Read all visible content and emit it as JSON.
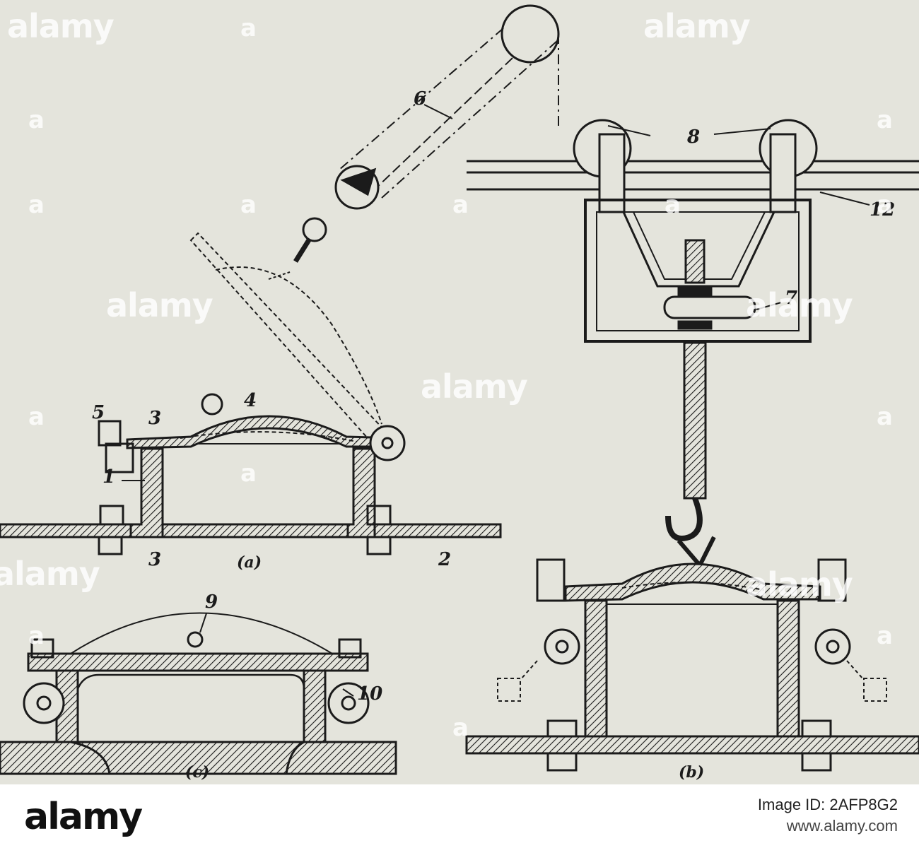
{
  "figure": {
    "panel_captions": {
      "a": "(a)",
      "b": "(b)",
      "c": "(c)"
    },
    "part_labels": [
      "1",
      "2",
      "3",
      "3",
      "4",
      "5",
      "6",
      "7",
      "8",
      "9",
      "10",
      "12"
    ]
  },
  "watermark": {
    "text": "alamy",
    "short": "a"
  },
  "footer": {
    "logo": "alamy",
    "image_id": "Image ID: 2AFP8G2",
    "url": "www.alamy.com"
  },
  "colors": {
    "ink": "#1b1b1b",
    "paper": "#e4e4dc"
  }
}
